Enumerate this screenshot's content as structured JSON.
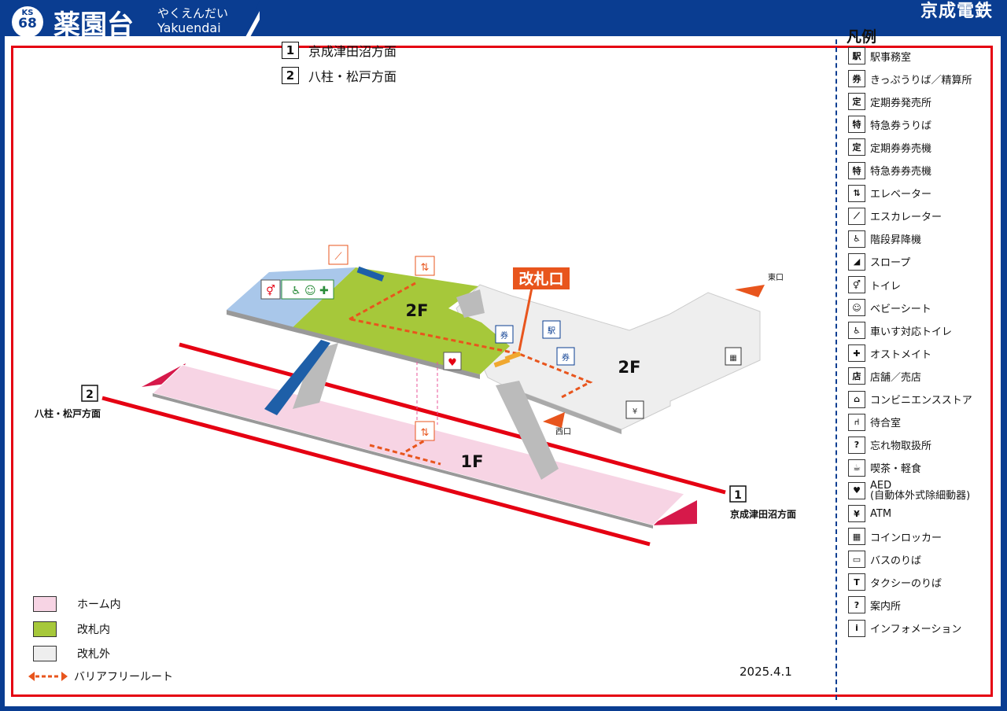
{
  "station": {
    "code_prefix": "KS",
    "code_number": "68",
    "name": "薬園台",
    "kana": "やくえんだい",
    "romaji": "Yakuendai",
    "brand": "京成電鉄"
  },
  "directions": [
    {
      "num": "1",
      "label": "京成津田沼方面"
    },
    {
      "num": "2",
      "label": "八柱・松戸方面"
    }
  ],
  "diagram": {
    "gate_label": "改札口",
    "floor_upper": "2F",
    "floor_upper_right": "2F",
    "floor_lower": "1F",
    "exit_east": "東口",
    "exit_west": "西口",
    "platform_left_num": "2",
    "platform_left_label": "八柱・松戸方面",
    "platform_right_num": "1",
    "platform_right_label": "京成津田沼方面"
  },
  "zones": [
    {
      "label": "ホーム内",
      "color": "#f7d4e4"
    },
    {
      "label": "改札内",
      "color": "#a6c83a"
    },
    {
      "label": "改札外",
      "color": "#eeeeee"
    }
  ],
  "barrier_free_label": "バリアフリールート",
  "date": "2025.4.1",
  "legend": {
    "title": "凡例",
    "items": [
      {
        "icon": "station-office-icon",
        "glyph": "駅",
        "label": "駅事務室"
      },
      {
        "icon": "ticket-office-icon",
        "glyph": "券",
        "label": "きっぷうりば／精算所"
      },
      {
        "icon": "commuter-pass-office-icon",
        "glyph": "定",
        "label": "定期券発売所"
      },
      {
        "icon": "limited-express-ticket-icon",
        "glyph": "特",
        "label": "特急券うりば"
      },
      {
        "icon": "commuter-pass-machine-icon",
        "glyph": "定",
        "label": "定期券券売機"
      },
      {
        "icon": "limited-express-machine-icon",
        "glyph": "特",
        "label": "特急券券売機"
      },
      {
        "icon": "elevator-icon",
        "glyph": "⇅",
        "label": "エレベーター"
      },
      {
        "icon": "escalator-icon",
        "glyph": "⟋",
        "label": "エスカレーター"
      },
      {
        "icon": "stair-lift-icon",
        "glyph": "♿",
        "label": "階段昇降機"
      },
      {
        "icon": "slope-icon",
        "glyph": "◢",
        "label": "スロープ"
      },
      {
        "icon": "toilet-icon",
        "glyph": "⚥",
        "label": "トイレ"
      },
      {
        "icon": "baby-seat-icon",
        "glyph": "☺",
        "label": "ベビーシート"
      },
      {
        "icon": "accessible-toilet-icon",
        "glyph": "♿",
        "label": "車いす対応トイレ"
      },
      {
        "icon": "ostomate-icon",
        "glyph": "✚",
        "label": "オストメイト"
      },
      {
        "icon": "shop-icon",
        "glyph": "店",
        "label": "店舗／売店"
      },
      {
        "icon": "convenience-store-icon",
        "glyph": "⌂",
        "label": "コンビニエンスストア"
      },
      {
        "icon": "waiting-room-icon",
        "glyph": "⑁",
        "label": "待合室"
      },
      {
        "icon": "lost-and-found-icon",
        "glyph": "?",
        "label": "忘れ物取扱所"
      },
      {
        "icon": "cafe-icon",
        "glyph": "☕",
        "label": "喫茶・軽食"
      },
      {
        "icon": "aed-icon",
        "glyph": "♥",
        "label": "AED",
        "label2": "(自動体外式除細動器)"
      },
      {
        "icon": "atm-icon",
        "glyph": "¥",
        "label": "ATM"
      },
      {
        "icon": "coin-locker-icon",
        "glyph": "▦",
        "label": "コインロッカー"
      },
      {
        "icon": "bus-icon",
        "glyph": "▭",
        "label": "バスのりば"
      },
      {
        "icon": "taxi-icon",
        "glyph": "T",
        "label": "タクシーのりば"
      },
      {
        "icon": "information-center-icon",
        "glyph": "?",
        "label": "案内所"
      },
      {
        "icon": "information-icon",
        "glyph": "i",
        "label": "インフォメーション"
      }
    ]
  },
  "colors": {
    "navy": "#0a3d91",
    "red": "#e50012",
    "orange": "#e8551d",
    "platform": "#f7d4e4",
    "gate_inside": "#a6c83a",
    "gate_outside": "#eeeeee",
    "blue_area": "#a9c7ea"
  }
}
